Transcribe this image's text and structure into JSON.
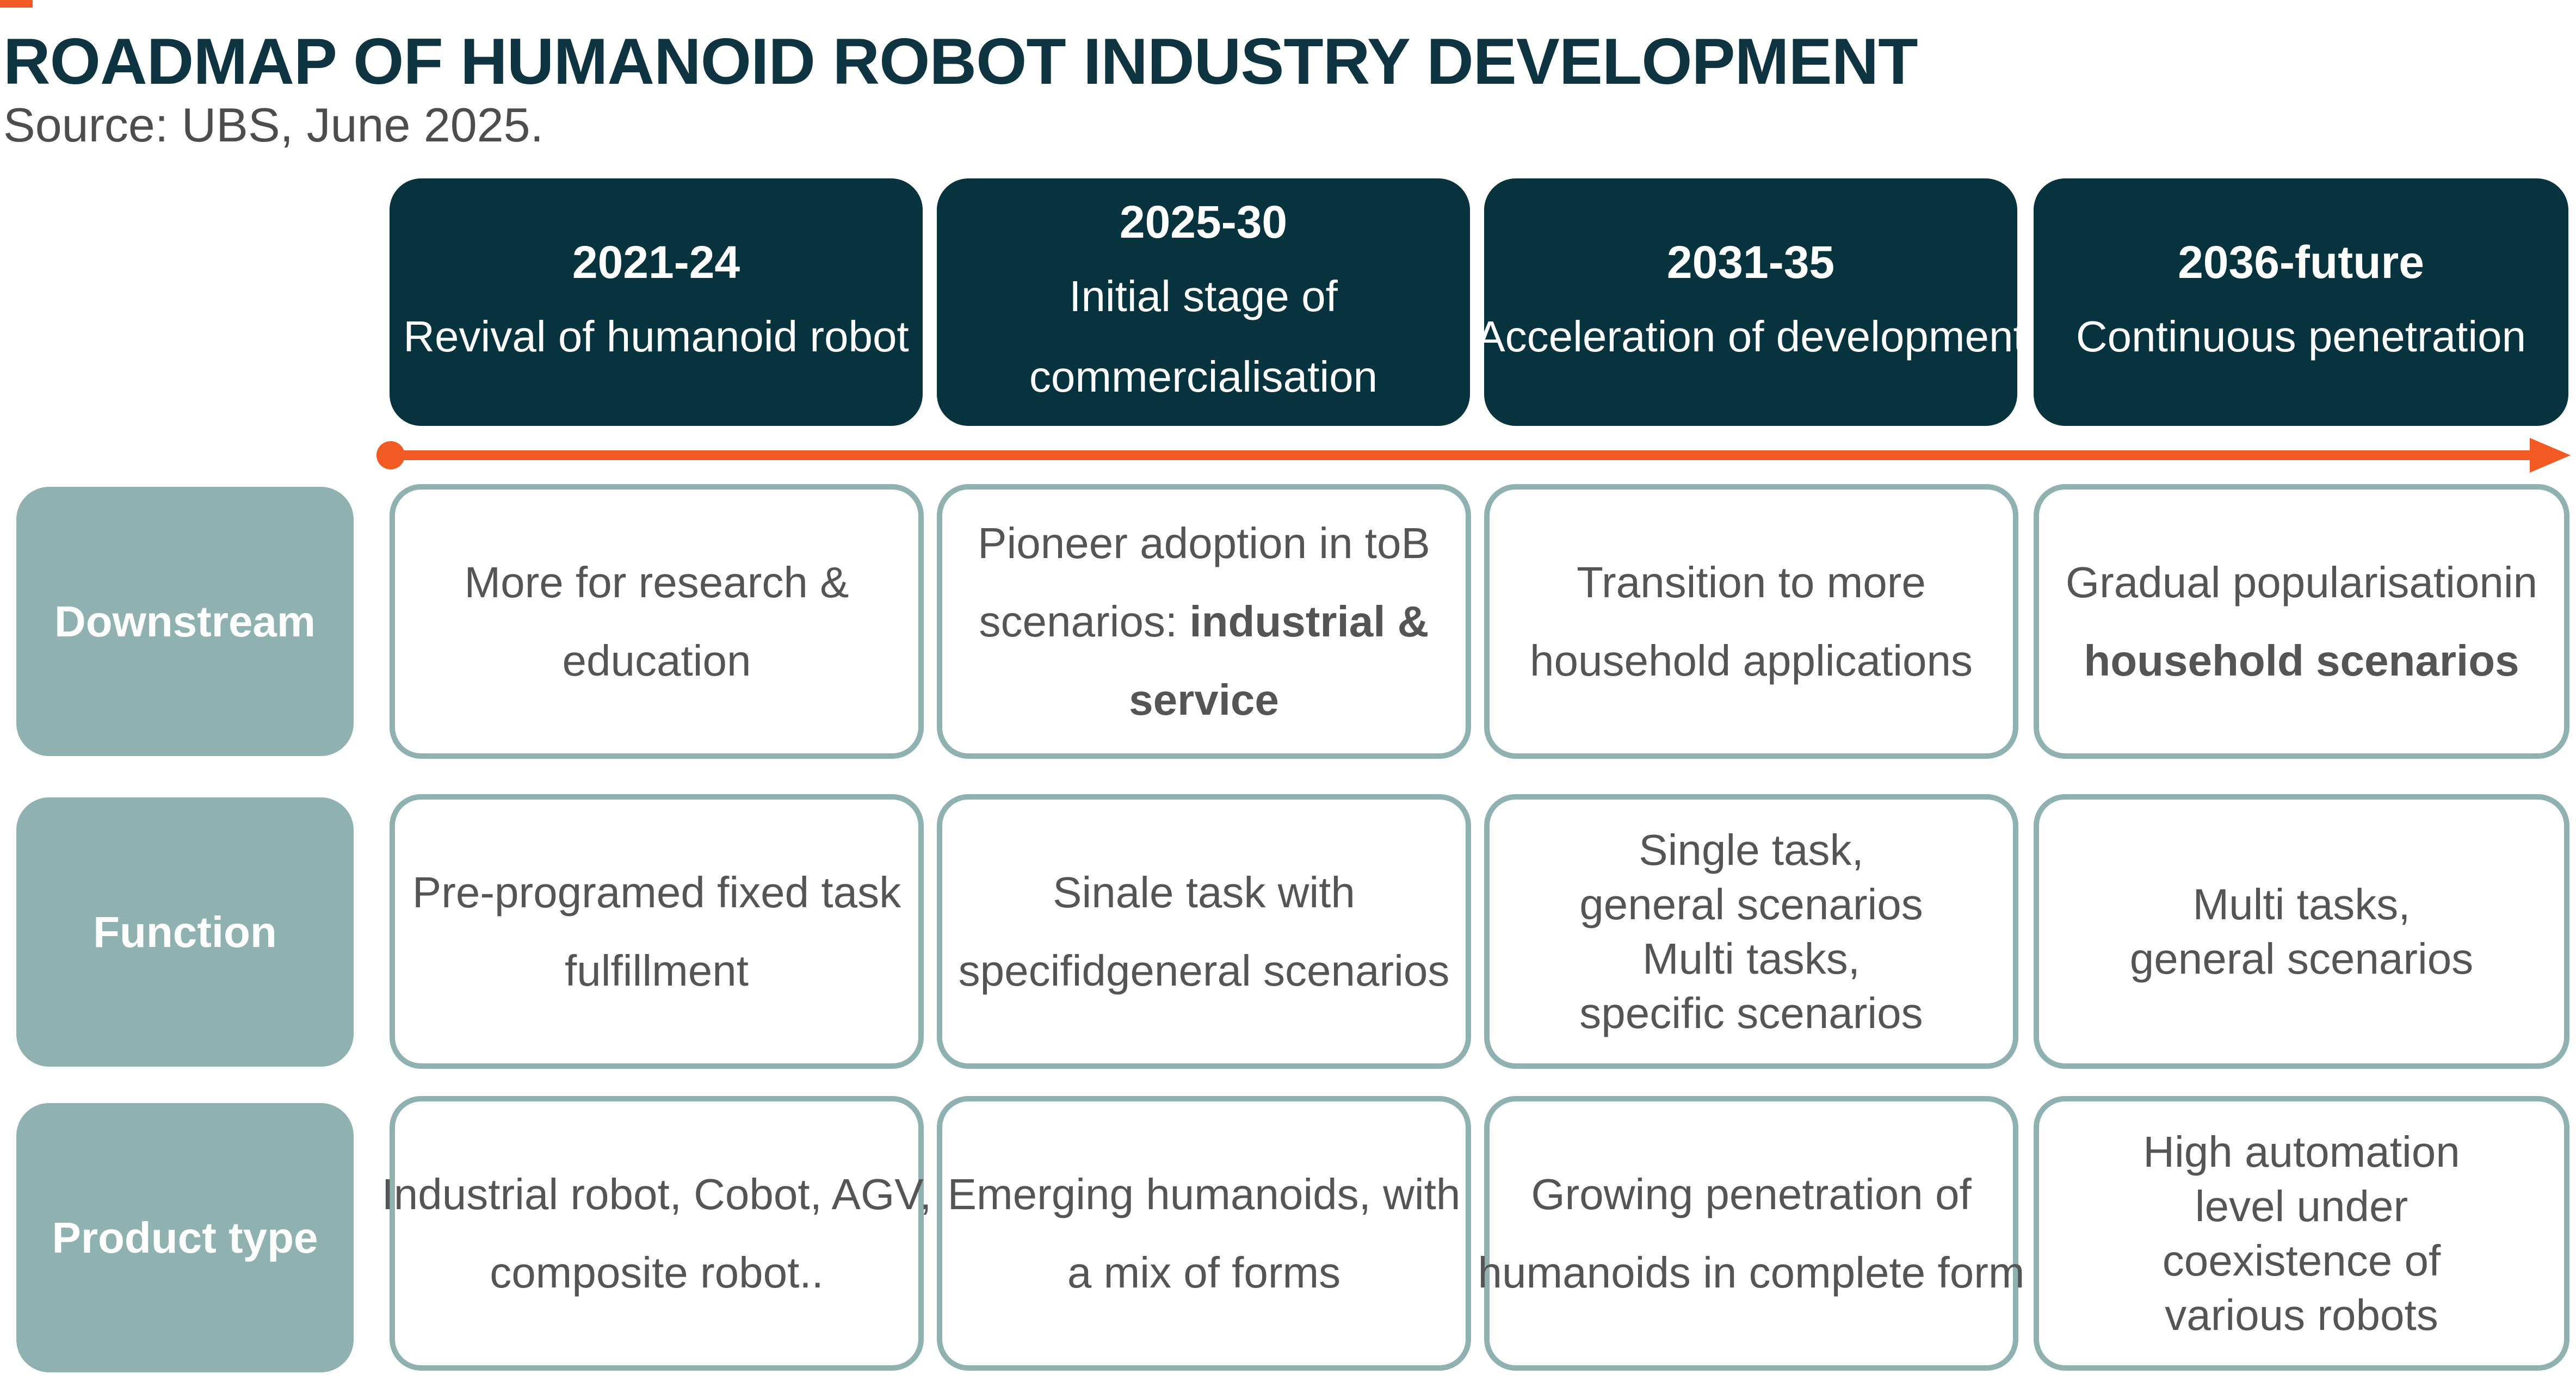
{
  "header": {
    "title": "ROADMAP OF HUMANOID ROBOT INDUSTRY DEVELOPMENT",
    "source": "Source: UBS, June 2025."
  },
  "colors": {
    "accent": "#f15a22",
    "header_fill": "#06333d",
    "row_label_fill": "#8fb2b0",
    "cell_border": "#8fb2b0",
    "title_text": "#0e3441",
    "body_text": "#555555"
  },
  "periods": [
    {
      "years": "2021-24",
      "phase": "Revival of humanoid robot"
    },
    {
      "years": "2025-30",
      "phase": "Initial stage of commercialisation"
    },
    {
      "years": "2031-35",
      "phase": "Acceleration of development"
    },
    {
      "years": "2036-future",
      "phase": "Continuous penetration"
    }
  ],
  "rows": [
    {
      "label": "Downstream",
      "cells": [
        {
          "lines": [
            "More for research &",
            "education"
          ]
        },
        {
          "lines": [
            "Pioneer adoption in toB"
          ],
          "line2_plain": "scenarios: ",
          "line2_bold": "industrial &",
          "line3_bold": "service"
        },
        {
          "lines": [
            "Transition to more",
            "household applications"
          ]
        },
        {
          "lines": [
            "Gradual popularisationin"
          ],
          "bold_line": "household scenarios"
        }
      ]
    },
    {
      "label": "Function",
      "cells": [
        {
          "lines": [
            "Pre-programed fixed task",
            "fulfillment"
          ]
        },
        {
          "lines": [
            "Sinale task with",
            "specifidgeneral scenarios"
          ]
        },
        {
          "lines": [
            "Single task,",
            "general scenarios",
            "Multi tasks,",
            "specific scenarios"
          ]
        },
        {
          "lines": [
            "Multi tasks,",
            "general scenarios"
          ]
        }
      ]
    },
    {
      "label": "Product type",
      "cells": [
        {
          "lines": [
            "Industrial robot, Cobot, AGV,",
            "composite robot.."
          ]
        },
        {
          "lines": [
            "Emerging humanoids, with",
            "a mix of forms"
          ]
        },
        {
          "lines": [
            "Growing penetration of",
            "humanoids in complete form"
          ]
        },
        {
          "lines": [
            "High automation",
            "level under",
            "coexistence of",
            "various robots"
          ]
        }
      ]
    }
  ]
}
